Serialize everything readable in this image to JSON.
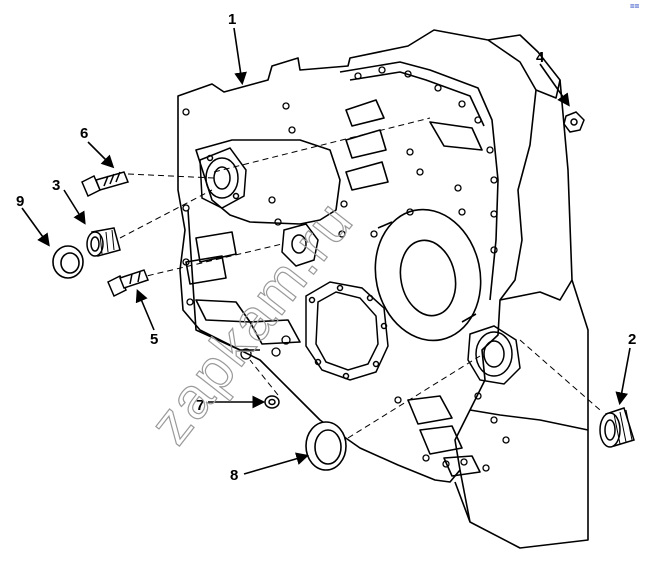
{
  "figure": {
    "callouts": [
      {
        "id": "1",
        "label": "1"
      },
      {
        "id": "2",
        "label": "2"
      },
      {
        "id": "3",
        "label": "3"
      },
      {
        "id": "4",
        "label": "4"
      },
      {
        "id": "5",
        "label": "5"
      },
      {
        "id": "6",
        "label": "6"
      },
      {
        "id": "7",
        "label": "7"
      },
      {
        "id": "8",
        "label": "8"
      },
      {
        "id": "9",
        "label": "9"
      }
    ],
    "watermark": "zapkam.ru",
    "corner_mark": "=="
  },
  "colors": {
    "line": "#000000",
    "background": "#ffffff",
    "watermark": "#9a9a9a",
    "corner_mark": "#1f3fbf"
  }
}
